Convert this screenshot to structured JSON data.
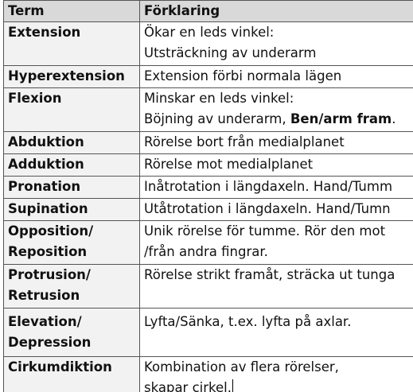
{
  "table": {
    "headers": {
      "term": "Term",
      "explanation": "Förklaring"
    },
    "rows": [
      {
        "term": [
          "Extension"
        ],
        "explanation": [
          "Ökar en leds vinkel:",
          "Utsträckning av underarm"
        ]
      },
      {
        "term": [
          "Hyperextension"
        ],
        "explanation": [
          "Extension förbi normala lägen"
        ]
      },
      {
        "term": [
          "Flexion"
        ],
        "explanation": [
          "Minskar en leds vinkel:",
          "Böjning av underarm, "
        ],
        "explanation_emphasis": "Ben/arm fram",
        "explanation_tail": "."
      },
      {
        "term": [
          "Abduktion"
        ],
        "explanation": [
          "Rörelse bort från medialplanet"
        ]
      },
      {
        "term": [
          "Adduktion"
        ],
        "explanation": [
          "Rörelse mot medialplanet"
        ]
      },
      {
        "term": [
          "Pronation"
        ],
        "explanation": [
          "Inåtrotation i längdaxeln. Hand/Tumm"
        ]
      },
      {
        "term": [
          "Supination"
        ],
        "explanation": [
          "Utåtrotation i längdaxeln. Hand/Tumn"
        ]
      },
      {
        "term": [
          "Opposition/",
          "Reposition"
        ],
        "explanation": [
          "Unik rörelse för tumme. Rör den mot",
          "/från andra fingrar."
        ]
      },
      {
        "term": [
          "Protrusion/",
          "Retrusion"
        ],
        "explanation": [
          "Rörelse strikt framåt, sträcka ut tunga"
        ]
      },
      {
        "term": [
          "Elevation/",
          "Depression"
        ],
        "explanation": [
          "Lyfta/Sänka, t.ex. lyfta på axlar."
        ]
      },
      {
        "term": [
          "Cirkumdiktion"
        ],
        "explanation": [
          "Kombination av flera rörelser,",
          "skapar cirkel."
        ]
      }
    ]
  }
}
